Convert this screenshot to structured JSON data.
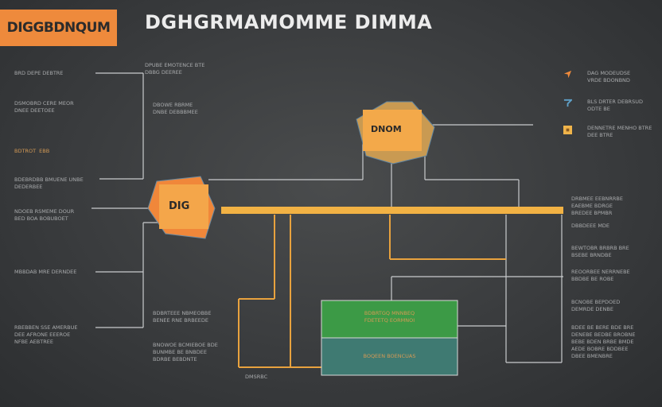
{
  "header": {
    "badge": "DIGGBDNQUM",
    "title": "DGHGRMAMOMME DIMMA"
  },
  "nodes": {
    "left_node": "DIG",
    "top_node": "DNOM",
    "bottom_box_top_text": "BDBRTGQ MNNBEQ\nFDETETQ EORMNOI",
    "bottom_box_bottom_text": "BOQEEN BOENCUAS",
    "bottom_footer": "DMSRBC"
  },
  "legend": [
    {
      "icon": "arrow-icon",
      "text": "DAG MODEUDSE\nVRDE BDONBND"
    },
    {
      "icon": "link-icon",
      "text": "BLS DRTER DEBRSUD\nODTE BE"
    },
    {
      "icon": "square-icon",
      "text": "DENNETRE MENHO BTRE\nDEE BTRE"
    }
  ],
  "labels": {
    "l1": "BRD DEPE DEBTRE",
    "l2": "DSMOBRD CERE MEOR\nDNEE DEETOEE",
    "l3": "BDTROT  EBB",
    "l4": "BDEBRDBB BMUENE UNBE\nDEDERBEE",
    "l5": "NDOEB RSMEME DOUR\nBED BOA BOBUBOET",
    "l6": "MBBDAB MRE DERNDEE",
    "l7": "RBEBBEN SSE AMERBUE\nDEE AFRONE EEEROE\nNFBE AEBTREE",
    "c1": "DPUBE EMOTENCE BTE\nDBBG DEEREE",
    "c2": "DBOWE RBRME\nDNBE DEBBBMEE",
    "c3": "BDBRTEEE NBMEOBBE\nBENEE RNE BRBEEDE",
    "c4": "BNOWOE BCMIEBOE BDE\nBUNMBE BE BNBDEE\nBDRBE BEBDNTE",
    "r1": "DRBMEE EEBNRRBE\nEAEBME BDRGE\nBREDEE BPMBR",
    "r2": "DBBDEEE MDE",
    "r3": "BEWTOBR BRBRB BRE\nBSEBE BRNDBE",
    "r4": "REOORBEE NERRNEBE\nBBDBE BE ROBE",
    "r5": "BCNOBE BEPDOED\nDEMRDE DENBE",
    "r6": "BDEE BE BERE BDE BRE\nDENEBE BEDBE BROBNE\nBEBE BDEN BRBE BMDE\nAEDE BOBRE BDDBEE\nDBEE BMENBRE"
  },
  "colors": {
    "accent": "#ee8a3c",
    "node": "#f3a94a",
    "bar": "#f2b244",
    "box_green": "#3c9a46",
    "box_teal": "#3f7a72"
  }
}
